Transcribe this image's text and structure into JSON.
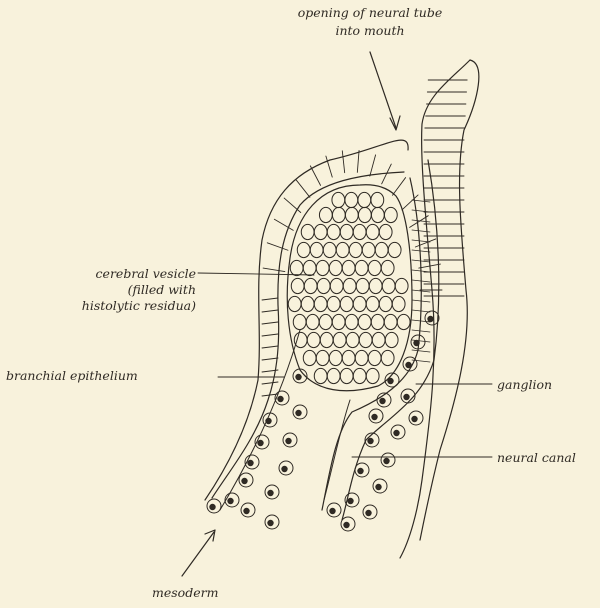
{
  "labels": {
    "opening_line1": "opening of neural tube",
    "opening_line2": "into mouth",
    "cerebral_line1": "cerebral vesicle",
    "cerebral_line2": "(filled with",
    "cerebral_line3": "histolytic residua)",
    "branchial": "branchial epithelium",
    "ganglion": "ganglion",
    "neural_canal": "neural canal",
    "mesoderm": "mesoderm"
  },
  "colors": {
    "background": "#f8f2dc",
    "ink": "#2f2a24"
  }
}
